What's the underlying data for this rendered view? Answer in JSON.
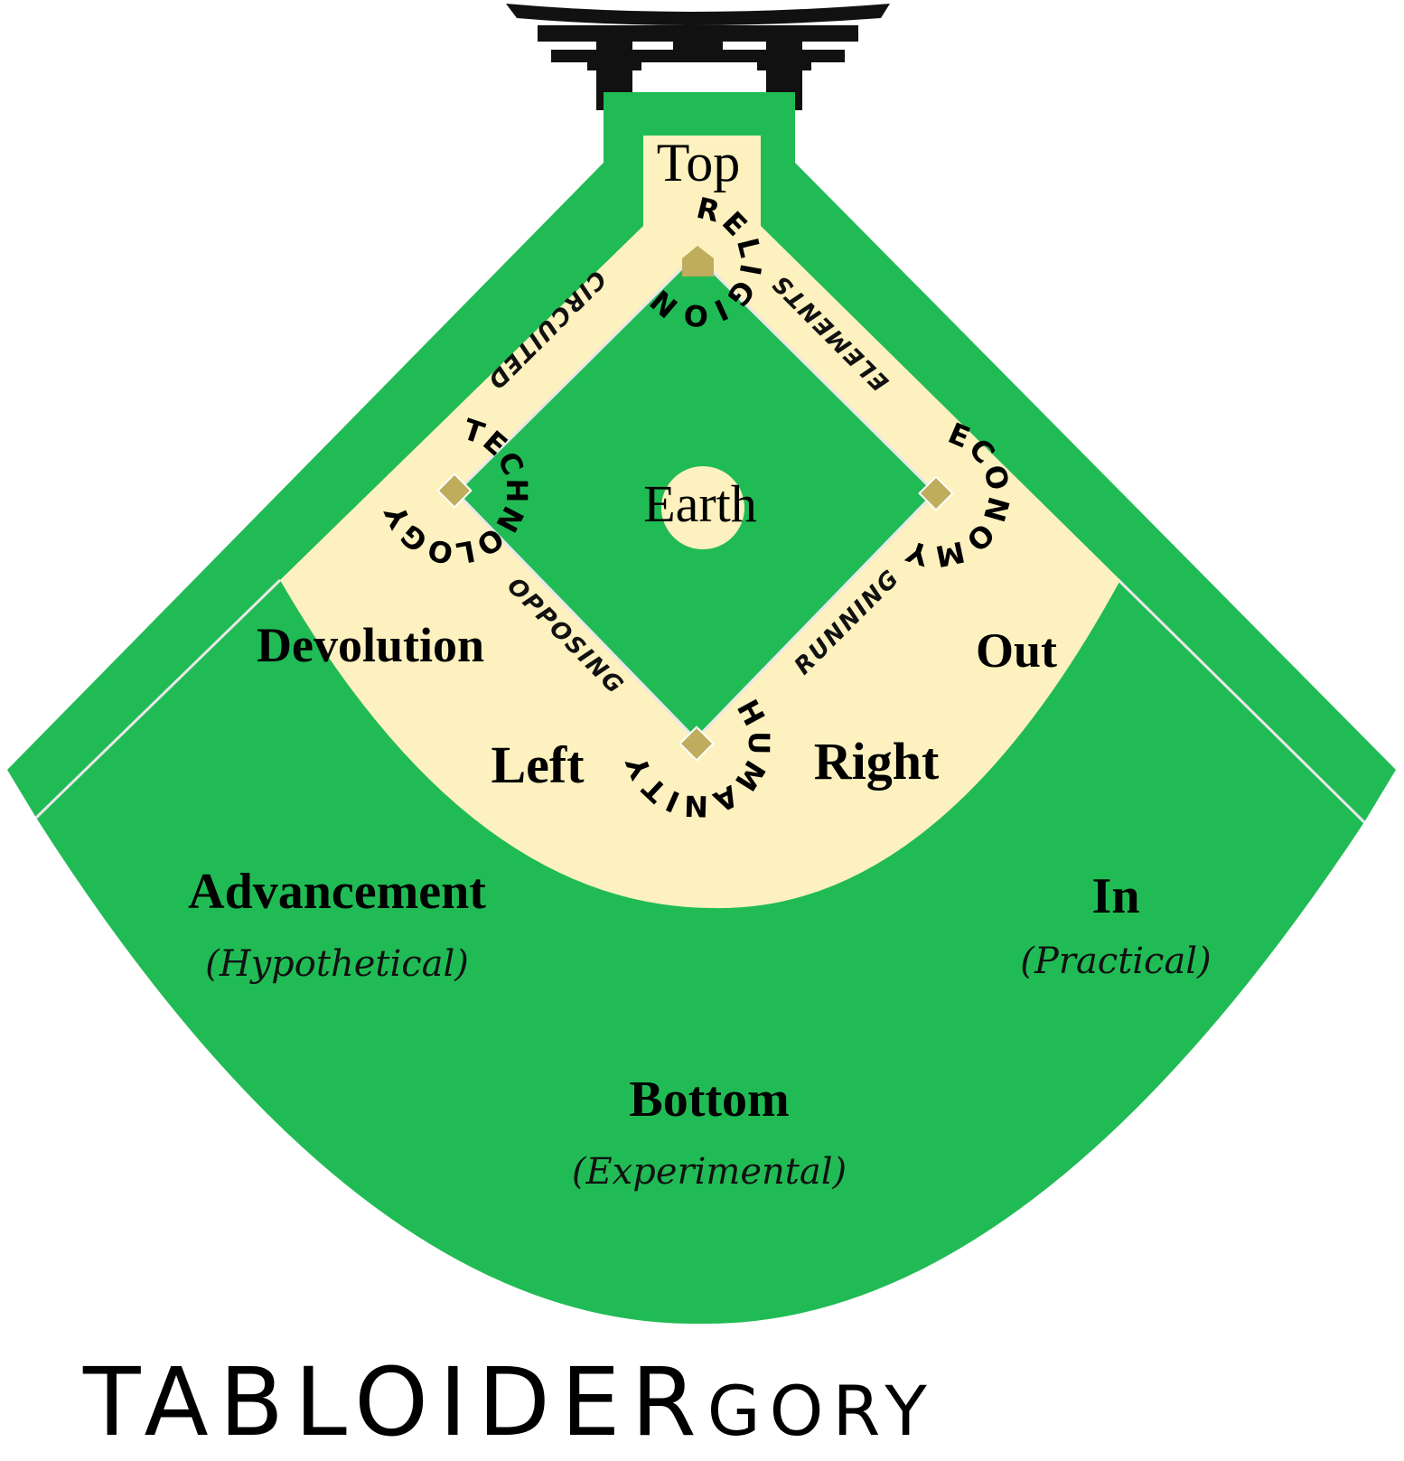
{
  "colors": {
    "outfield": "#21bb55",
    "infield": "#fdf1bf",
    "base": "#bfac5c",
    "line": "#e8e8e8"
  },
  "icons": {
    "gate": "torii-gate-icon"
  },
  "labels": {
    "top": "Top",
    "earth": "Earth",
    "devolution": "Devolution",
    "out": "Out",
    "left": "Left",
    "right": "Right",
    "advancement": "Advancement",
    "hypothetical": "(Hypothetical)",
    "in": "In",
    "practical": "(Practical)",
    "bottom": "Bottom",
    "experimental": "(Experimental)"
  },
  "bases": {
    "home": "RELIGION",
    "third": "TECHNOLOGY",
    "first": "ECONOMY",
    "second": "HUMANITY"
  },
  "basepaths": {
    "circuited": "CIRCUITED",
    "elements": "ELEMENTS",
    "opposing": "OPPOSING",
    "running": "RUNNING"
  },
  "logo": {
    "main": "TABLOIDER",
    "suffix": "GORY"
  }
}
